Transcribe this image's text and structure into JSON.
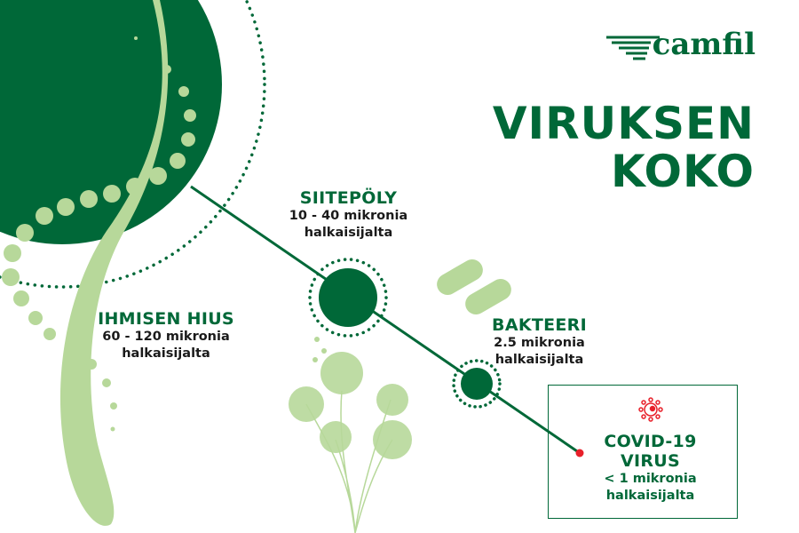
{
  "logo": {
    "text": "camfil"
  },
  "title": {
    "line1": "VIRUKSEN",
    "line2": "KOKO"
  },
  "items": {
    "hair": {
      "name": "IHMISEN HIUS",
      "size": "60 - 120 mikronia",
      "unit": "halkaisijalta"
    },
    "pollen": {
      "name": "SIITEPÖLY",
      "size": "10 - 40 mikronia",
      "unit": "halkaisijalta"
    },
    "bacteria": {
      "name": "BAKTEERI",
      "size": "2.5 mikronia",
      "unit": "halkaisijalta"
    },
    "virus": {
      "name1": "COVID-19",
      "name2": "VIRUS",
      "size": "< 1 mikronia",
      "unit": "halkaisijalta"
    }
  },
  "colors": {
    "dark_green": "#006838",
    "light_green": "#b7d89a",
    "red": "#e8202a"
  }
}
